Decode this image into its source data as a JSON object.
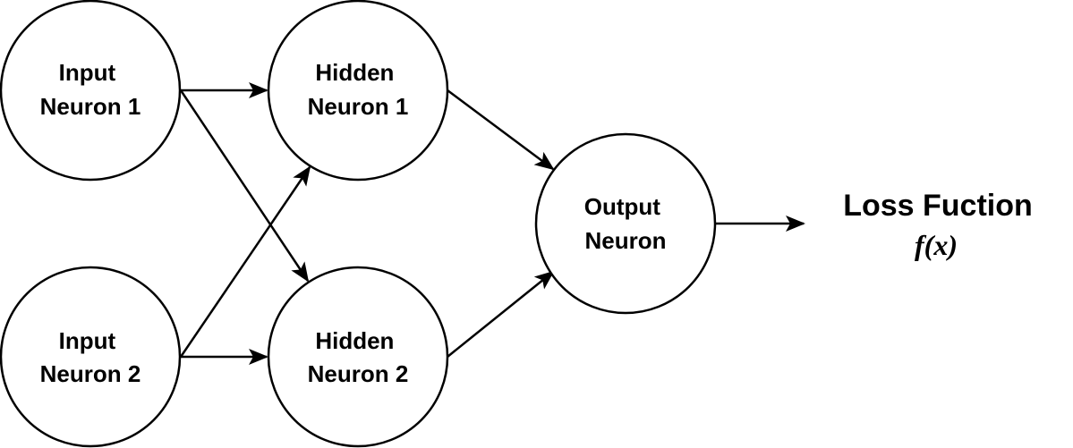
{
  "nodes": {
    "input1": {
      "line1": "Input",
      "line2": "Neuron 1"
    },
    "input2": {
      "line1": "Input",
      "line2": "Neuron 2"
    },
    "hidden1": {
      "line1": "Hidden",
      "line2": "Neuron 1"
    },
    "hidden2": {
      "line1": "Hidden",
      "line2": "Neuron 2"
    },
    "output": {
      "line1": "Output",
      "line2": "Neuron"
    }
  },
  "loss": {
    "title": "Loss Fuction",
    "formula": "f(x)"
  },
  "colors": {
    "stroke": "#000000",
    "background": "#ffffff"
  }
}
